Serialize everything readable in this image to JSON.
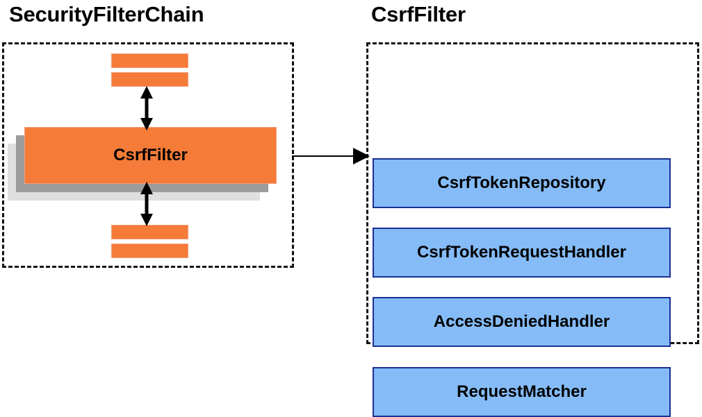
{
  "diagram": {
    "title_left": "SecurityFilterChain",
    "title_right": "CsrfFilter",
    "colors": {
      "orange_fill": "#f47b38",
      "orange_border": "#f2a07a",
      "blue_fill": "#85bcf7",
      "blue_border": "#1a2f93",
      "shadow_near": "#9c9c9c",
      "shadow_far": "#dfdfdf",
      "stroke": "#000000",
      "background": "#ffffff"
    }
  },
  "left_panel": {
    "heading": "SecurityFilterChain",
    "main_box_label": "CsrfFilter",
    "filters_above_label": "",
    "filters_below_label": "",
    "stub_count_above": 2,
    "stub_count_below": 2
  },
  "right_panel": {
    "heading": "CsrfFilter",
    "collaborators": [
      {
        "label": "CsrfTokenRepository"
      },
      {
        "label": "CsrfTokenRequestHandler"
      },
      {
        "label": "AccessDeniedHandler"
      },
      {
        "label": "RequestMatcher"
      }
    ]
  },
  "connectors": [
    {
      "name": "filter-chain-up-down-top",
      "kind": "double-headed-vertical"
    },
    {
      "name": "filter-chain-up-down-bottom",
      "kind": "double-headed-vertical"
    },
    {
      "name": "securityfilterchain-to-csrffilter",
      "kind": "single-headed-horizontal"
    }
  ]
}
